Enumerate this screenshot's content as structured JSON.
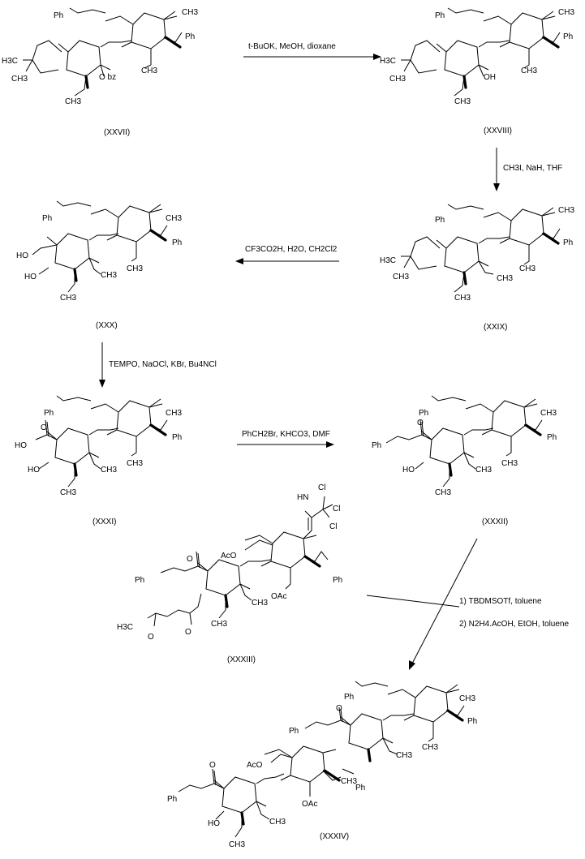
{
  "reactions": [
    {
      "id": "r1",
      "conditions": [
        "t-BuOK, MeOH, dioxane"
      ]
    },
    {
      "id": "r2",
      "conditions": [
        "CH3I, NaH, THF"
      ]
    },
    {
      "id": "r3",
      "conditions": [
        "CF3CO2H, H2O, CH2Cl2"
      ]
    },
    {
      "id": "r4",
      "conditions": [
        "TEMPO, NaOCl, KBr, Bu4NCl"
      ]
    },
    {
      "id": "r5",
      "conditions": [
        "PhCH2Br, KHCO3, DMF"
      ]
    },
    {
      "id": "r6",
      "conditions": [
        "1) TBDMSOTf, toluene",
        "2) N2H4.AcOH, EtOH, toluene"
      ]
    }
  ],
  "compounds": [
    {
      "id": "XXVII",
      "label": "(XXVII)"
    },
    {
      "id": "XXVIII",
      "label": "(XXVIII)"
    },
    {
      "id": "XXIX",
      "label": "(XXIX)"
    },
    {
      "id": "XXX",
      "label": "(XXX)"
    },
    {
      "id": "XXXI",
      "label": "(XXXI)"
    },
    {
      "id": "XXXII",
      "label": "(XXXII)"
    },
    {
      "id": "XXXIII",
      "label": "(XXXIII)"
    },
    {
      "id": "XXXIV",
      "label": "(XXXIV)"
    }
  ],
  "atoms": {
    "ph": "Ph",
    "o": "O",
    "ch3": "CH3",
    "h3c": "H3C",
    "oh": "OH",
    "ho": "HO",
    "obz": "O bz",
    "oac": "OAc",
    "aco": "AcO",
    "hn": "HN",
    "cl": "Cl"
  }
}
